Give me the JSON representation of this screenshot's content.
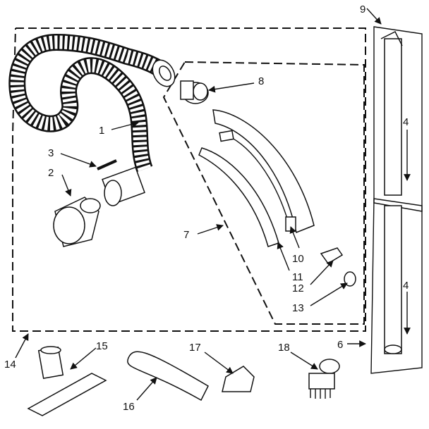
{
  "callouts": {
    "c1": "1",
    "c2": "2",
    "c3": "3",
    "c4a": "4",
    "c4b": "4",
    "c6": "6",
    "c7": "7",
    "c8": "8",
    "c9": "9",
    "c10": "10",
    "c11": "11",
    "c12": "12",
    "c13": "13",
    "c14": "14",
    "c15": "15",
    "c16": "16",
    "c17": "17",
    "c18": "18"
  }
}
